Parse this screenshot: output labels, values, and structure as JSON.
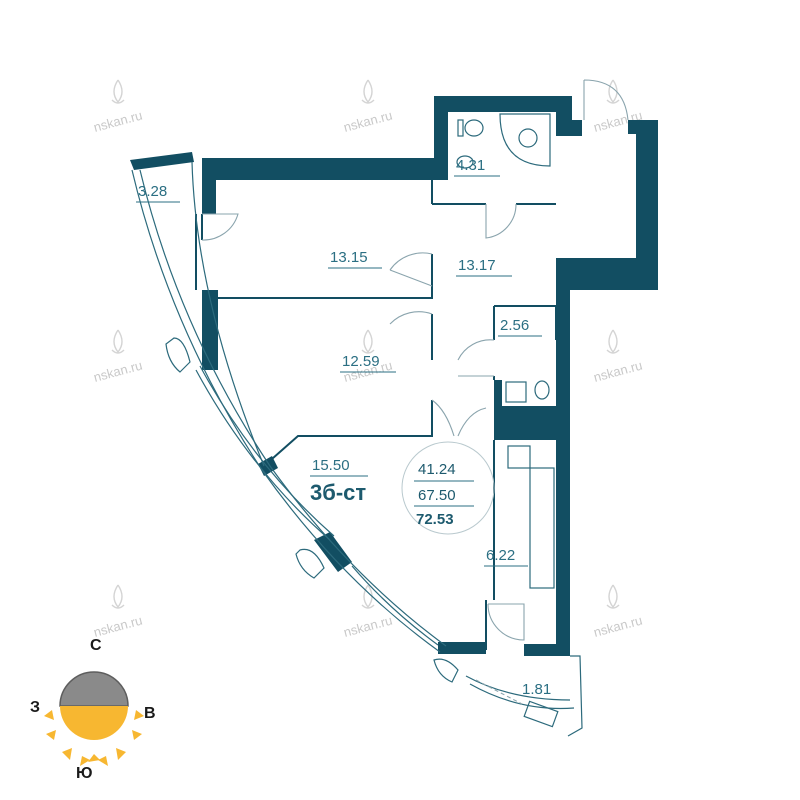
{
  "watermark": {
    "text": "nskan.ru"
  },
  "rooms": {
    "balcony_top": "3.28",
    "bathroom": "4.31",
    "bedroom": "13.15",
    "hall": "13.17",
    "bedroom2": "12.59",
    "wc": "2.56",
    "living": "15.50",
    "kitchen": "6.22",
    "balcony_bottom": "1.81"
  },
  "apartment": {
    "type_label": "3б-ст",
    "living_area": "41.24",
    "total_area": "67.50",
    "total_with_balconies": "72.53"
  },
  "compass": {
    "north": "С",
    "south": "Ю",
    "west": "З",
    "east": "В"
  },
  "colors": {
    "wall": "#124e62",
    "text": "#2b6f83",
    "sun": "#f7b731",
    "shade": "#8a8a8a"
  }
}
